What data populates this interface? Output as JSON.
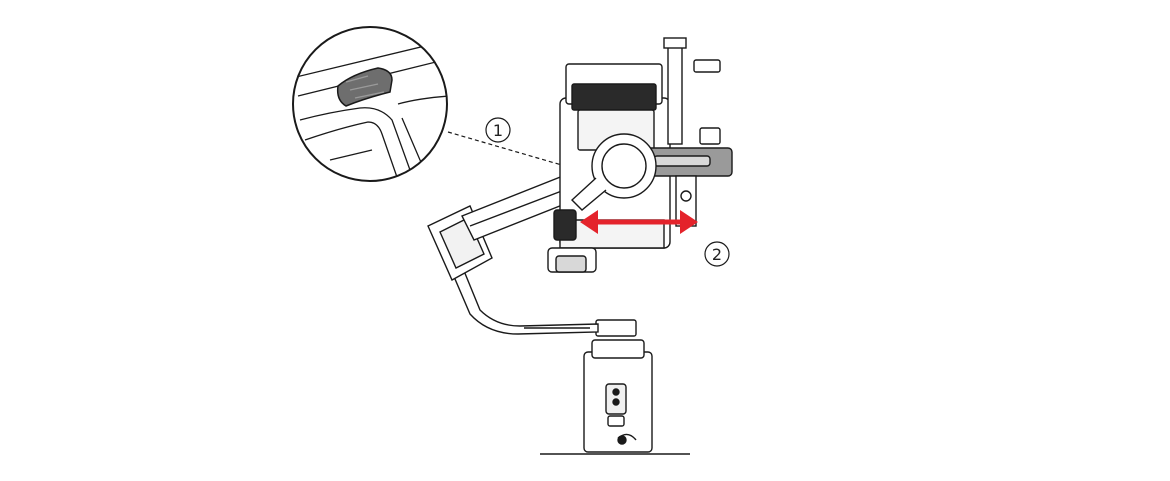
{
  "callouts": [
    {
      "label": "1",
      "target": "lock-switch"
    },
    {
      "label": "2",
      "target": "arm-adjustment-direction"
    }
  ],
  "colors": {
    "line": "#1a1a1a",
    "arrow": "#e4232b",
    "switch_fill": "#6e6e6e",
    "arm_shade": "#9a9a9a",
    "light_shade": "#d8d8d8"
  },
  "icons": {
    "double_arrow": "left-right-arrow-icon",
    "zoom_circle": "magnifier-detail-icon"
  }
}
